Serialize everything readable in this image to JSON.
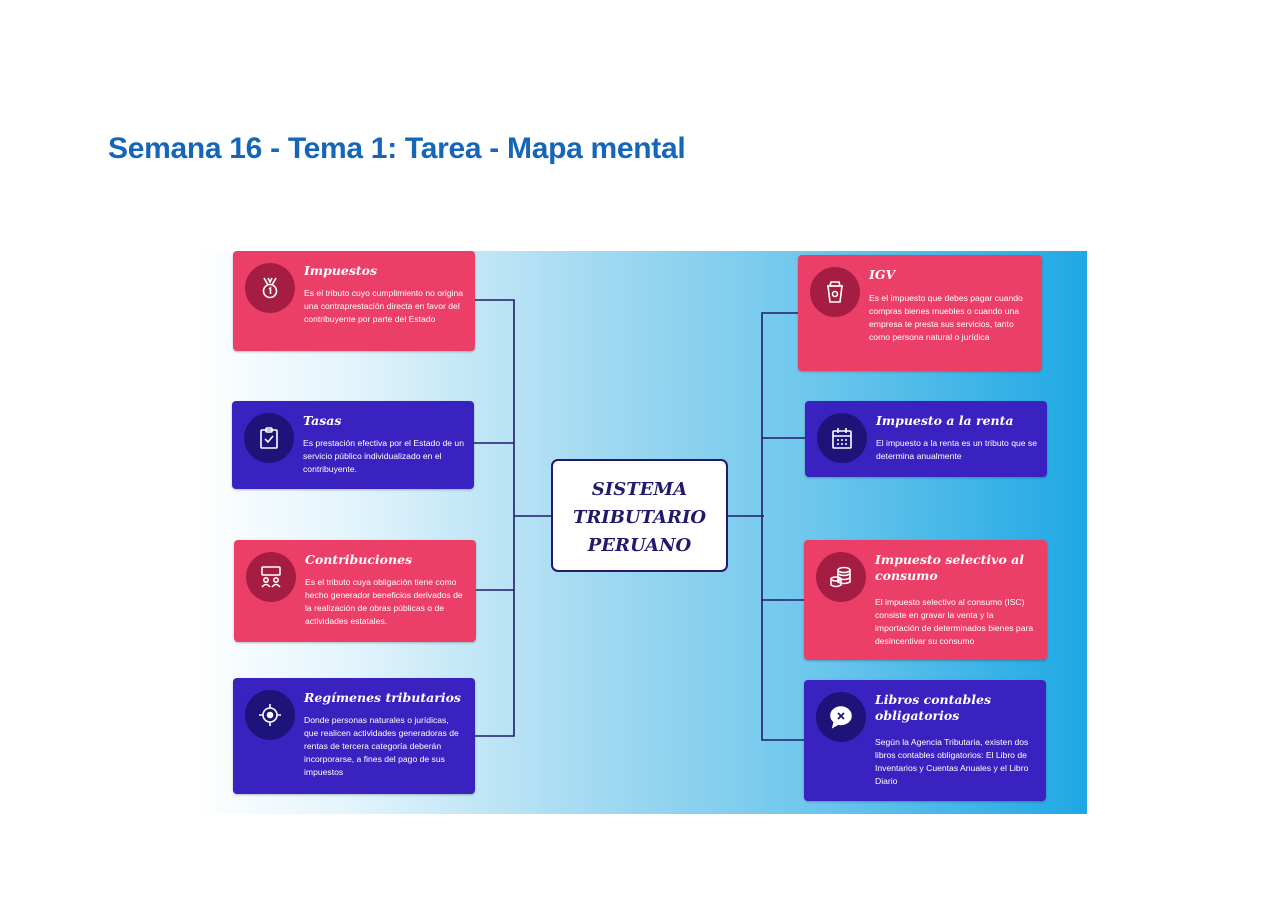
{
  "page": {
    "title": "Semana 16 - Tema 1: Tarea - Mapa mental"
  },
  "mindmap": {
    "center": {
      "line1": "SISTEMA",
      "line2": "TRIBUTARIO",
      "line3": "PERUANO"
    },
    "colors": {
      "pink": "#ec3f67",
      "purple": "#3a22c0",
      "connector": "#221a6c",
      "title": "#1565b8"
    },
    "left": [
      {
        "title": "Impuestos",
        "text": "Es el tributo cuyo cumplimiento no origina una contraprestación directa en favor del contribuyente por parte del Estado",
        "icon": "medal-icon"
      },
      {
        "title": "Tasas",
        "text": "Es prestación efectiva por el Estado de un servicio público individualizado en el contribuyente.",
        "icon": "clipboard-check-icon"
      },
      {
        "title": "Contribuciones",
        "text": "Es el tributo cuya obligación tiene como hecho generador beneficios derivados de la realización de obras públicas o de actividades estatales.",
        "icon": "presentation-people-icon"
      },
      {
        "title": "Regímenes tributarios",
        "text": "Donde personas naturales o jurídicas, que realicen actividades generadoras de rentas de tercera categoría deberán incorporarse, a fines del pago de sus impuestos",
        "icon": "target-icon"
      }
    ],
    "right": [
      {
        "title": "IGV",
        "text": "Es el impuesto que debes pagar cuando compras bienes muebles o cuando una empresa te presta sus servicios, tanto como persona natural o jurídica",
        "icon": "cup-icon"
      },
      {
        "title": "Impuesto a la renta",
        "text": "El impuesto a la renta es un tributo que se determina anualmente",
        "icon": "calendar-icon"
      },
      {
        "title": "Impuesto selectivo al consumo",
        "text": "El impuesto selectivo al consumo (ISC) consiste en gravar la venta y la importación de determinados bienes para desincentivar su consumo",
        "icon": "coins-icon"
      },
      {
        "title": "Libros contables obligatorios",
        "text": "Según la Agencia Tributaria, existen dos libros contables obligatorios: El Libro de Inventarios y Cuentas Anuales y el Libro Diario",
        "icon": "chat-bubble-icon"
      }
    ]
  }
}
